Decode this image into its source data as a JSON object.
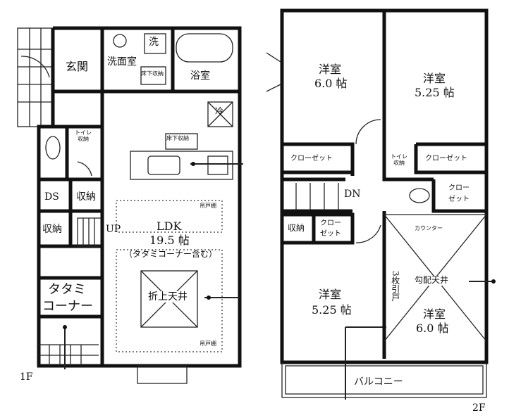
{
  "floor1": {
    "label": "1F",
    "genkan": "玄関",
    "senmenjo": "洗面室",
    "sentaku": "洗",
    "yukashita1": "床下収納",
    "yokushitsu": "浴室",
    "reizouko": "冷",
    "yukashita2": "床下収納",
    "toilet": "トイレ収納",
    "ds": "DS",
    "shuno1": "収納",
    "shuno2": "収納",
    "up": "UP",
    "ldk": "LDK",
    "ldk_size": "19.5 帖",
    "ldk_note": "（タタミコーナー含む）",
    "tatami1": "タタミ",
    "tatami2": "コーナー",
    "orijo": "折上天井",
    "sub1": "吊戸棚",
    "sub2": "吊戸棚"
  },
  "floor2": {
    "label": "2F",
    "room1_name": "洋室",
    "room1_size": "6.0 帖",
    "room2_name": "洋室",
    "room2_size": "5.25 帖",
    "closet1": "クローゼット",
    "toilet": "トイレ収納",
    "closet2": "クローゼット",
    "dn": "DN",
    "closet3a": "クロー",
    "closet3b": "ゼット",
    "shuno": "収納",
    "closet4a": "クロー",
    "closet4b": "ゼット",
    "counter": "カウンター",
    "kobai": "勾配天井",
    "room3_name": "洋室",
    "room3_size": "5.25 帖",
    "hikido": "3枚引戸",
    "room4_name": "洋室",
    "room4_size": "6.0 帖",
    "balcony": "バルコニー"
  }
}
